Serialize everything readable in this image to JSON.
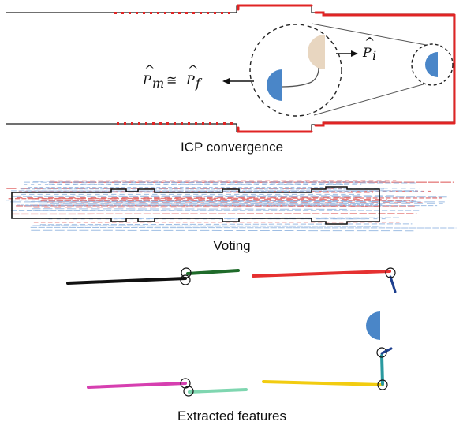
{
  "panels": {
    "icp": {
      "caption": "ICP convergence",
      "label_model": "P̂m ≅ P̂f",
      "label_model_parts": {
        "p1": "P",
        "sub1": "m",
        "op": "≅",
        "p2": "P",
        "sub2": "f",
        "hat": "^"
      },
      "label_init": "P̂i",
      "label_init_parts": {
        "p": "P",
        "sub": "i",
        "hat": "^"
      }
    },
    "voting": {
      "caption": "Voting"
    },
    "features": {
      "caption": "Extracted features"
    }
  },
  "colors": {
    "model_outline": "#1a1a1a",
    "fitted_points": "#e02424",
    "semicircle_final": "#4a86c8",
    "semicircle_initial": "#e8d6c0",
    "vote_blue": "#8fb3e0",
    "vote_red": "#e26b6b",
    "feature_black": "#111111",
    "feature_green": "#1f6b2a",
    "feature_red": "#e53030",
    "feature_navy": "#1d3f8f",
    "feature_magenta": "#d63fb0",
    "feature_mint": "#7fd6b0",
    "feature_yellow": "#f2cc10",
    "feature_teal": "#2a9aa0"
  }
}
